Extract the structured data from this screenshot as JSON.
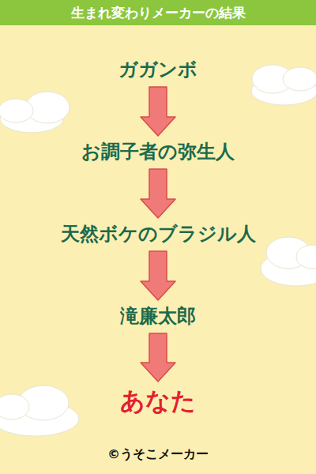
{
  "diagram": {
    "title": "生まれ変わりメーカーの結果",
    "caption": "©うそこメーカー",
    "nodes": [
      {
        "text": [
          "ガガンボ"
        ]
      },
      {
        "text": [
          "お調子者の弥生人"
        ]
      },
      {
        "text": [
          "天然ボケのブラジル人"
        ]
      },
      {
        "text": [
          "滝廉太郎"
        ]
      },
      {
        "text": [
          "あなた"
        ]
      }
    ],
    "edges": [
      {
        "from": 0,
        "to": 1,
        "arrow": "to"
      },
      {
        "from": 1,
        "to": 2,
        "arrow": "to"
      },
      {
        "from": 2,
        "to": 3,
        "arrow": "to"
      },
      {
        "from": 3,
        "to": 4,
        "arrow": "to"
      }
    ]
  }
}
